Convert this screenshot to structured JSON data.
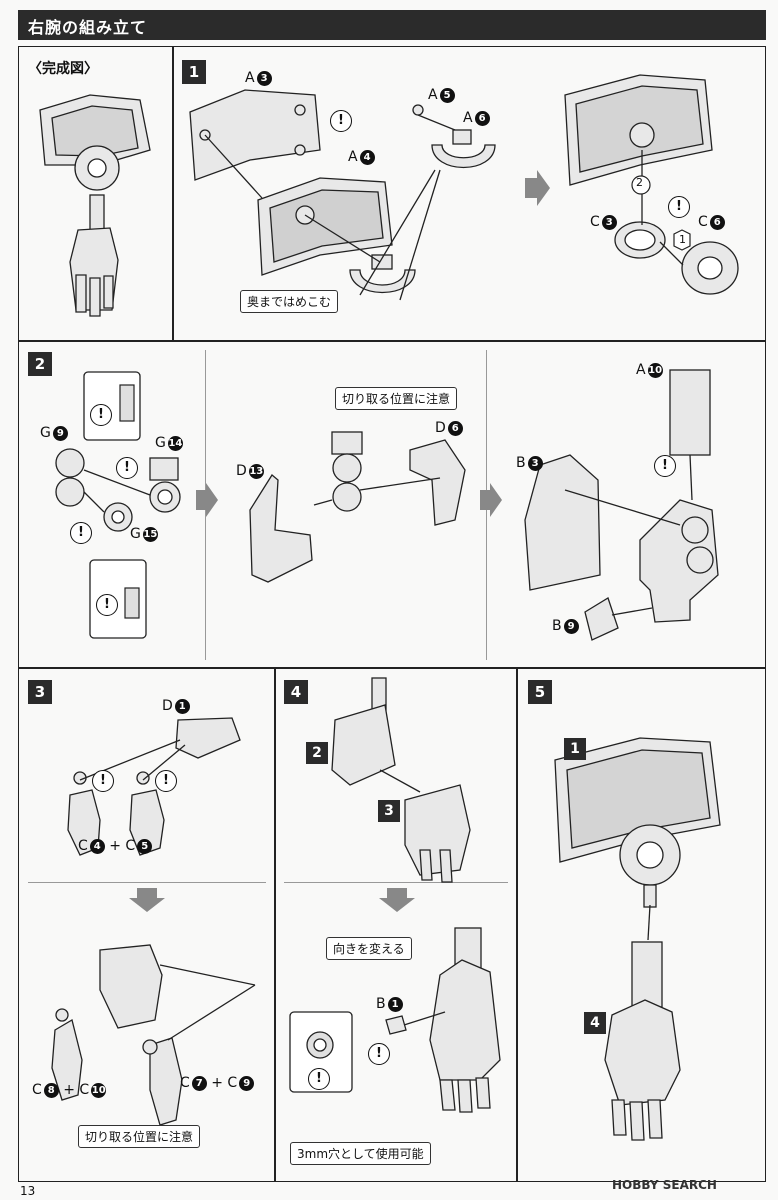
{
  "header": {
    "title": "右腕の組み立て"
  },
  "complete": {
    "title": "〈完成図〉"
  },
  "steps": {
    "s1": "1",
    "s2": "2",
    "s3": "3",
    "s4": "4",
    "s5": "5"
  },
  "step1": {
    "parts": {
      "a3": {
        "letter": "A",
        "num": "3"
      },
      "a4": {
        "letter": "A",
        "num": "4"
      },
      "a5": {
        "letter": "A",
        "num": "5"
      },
      "a6": {
        "letter": "A",
        "num": "6"
      },
      "c3": {
        "letter": "C",
        "num": "3"
      },
      "c6": {
        "letter": "C",
        "num": "6"
      }
    },
    "note": "奥まではめこむ",
    "order": [
      "1",
      "2"
    ]
  },
  "step2": {
    "parts": {
      "g9": {
        "letter": "G",
        "num": "9"
      },
      "g14": {
        "letter": "G",
        "num": "14"
      },
      "g15": {
        "letter": "G",
        "num": "15"
      },
      "d13": {
        "letter": "D",
        "num": "13"
      },
      "d6": {
        "letter": "D",
        "num": "6"
      },
      "a10": {
        "letter": "A",
        "num": "10"
      },
      "b3": {
        "letter": "B",
        "num": "3"
      },
      "b9": {
        "letter": "B",
        "num": "9"
      }
    },
    "note": "切り取る位置に注意"
  },
  "step3": {
    "d1": {
      "letter": "D",
      "num": "1"
    },
    "combo1": {
      "a": {
        "letter": "C",
        "num": "4"
      },
      "plus": "+",
      "b": {
        "letter": "C",
        "num": "5"
      }
    },
    "combo2": {
      "a": {
        "letter": "C",
        "num": "8"
      },
      "plus": "+",
      "b": {
        "letter": "C",
        "num": "10"
      }
    },
    "combo3": {
      "a": {
        "letter": "C",
        "num": "7"
      },
      "plus": "+",
      "b": {
        "letter": "C",
        "num": "9"
      }
    },
    "note": "切り取る位置に注意"
  },
  "step4": {
    "sub2": "2",
    "sub3": "3",
    "note_turn": "向きを変える",
    "b1": {
      "letter": "B",
      "num": "1"
    },
    "note_hole": "3mm穴として使用可能"
  },
  "step5": {
    "sub1": "1",
    "sub4": "4"
  },
  "warn": "!",
  "page_number": "13",
  "watermark": "HOBBY SEARCH"
}
